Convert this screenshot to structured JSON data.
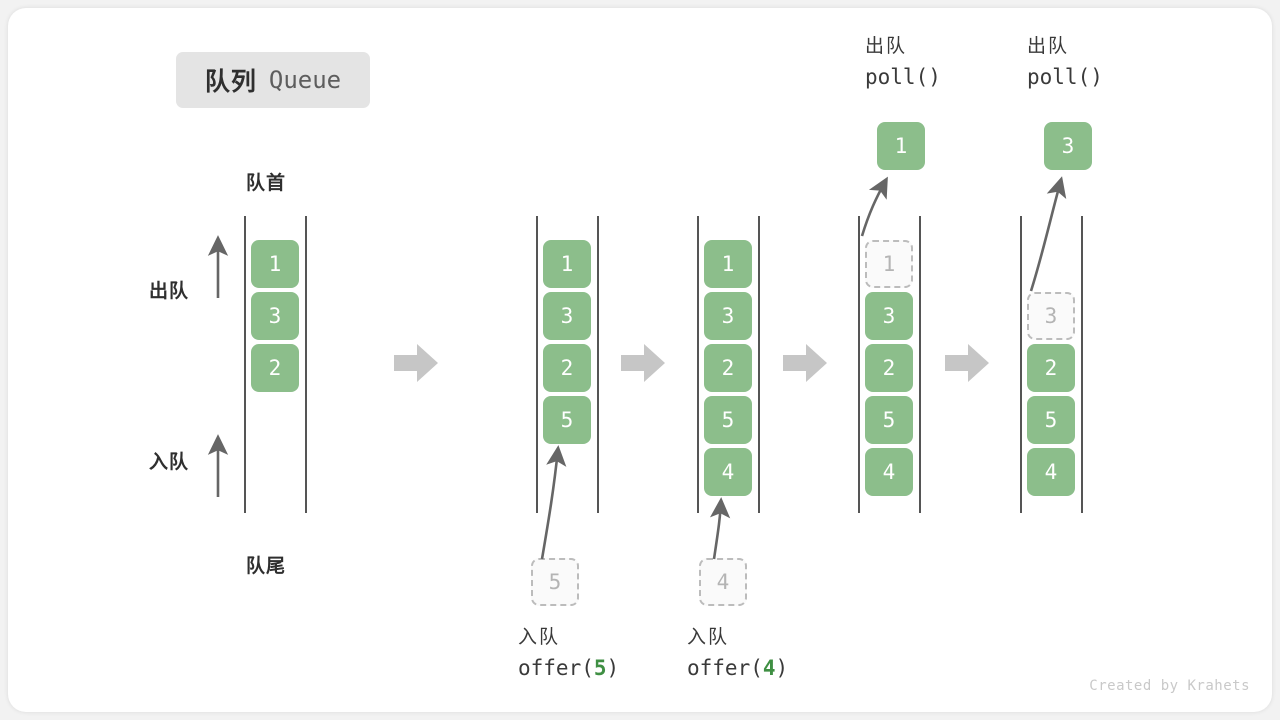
{
  "title": {
    "cn": "队列",
    "en": "Queue"
  },
  "axis_labels": {
    "head": "队首",
    "tail": "队尾",
    "dequeue": "出队",
    "enqueue": "入队"
  },
  "colors": {
    "cell_fill": "#8cbe8b",
    "cell_text": "#ffffff",
    "ghost_fill": "#fafafa",
    "ghost_border": "#bcbcbc",
    "ghost_text": "#b4b4b4",
    "rail": "#555555",
    "arrow": "#666666",
    "chevron": "#c6c6c6",
    "accent_number": "#3f8f43",
    "chip_bg": "#e4e4e4"
  },
  "columns": [
    {
      "id": "initial",
      "cells": [
        "1",
        "3",
        "2"
      ],
      "ghost_index": null,
      "ghost_value": null,
      "op_title": null,
      "op_call": null,
      "op_arg": null,
      "result_value": null
    },
    {
      "id": "after-offer-5",
      "cells": [
        "1",
        "3",
        "2",
        "5"
      ],
      "ghost_index": null,
      "ghost_value": "5",
      "op_title": "入队",
      "op_call_prefix": "offer(",
      "op_arg": "5",
      "op_call_suffix": ")",
      "result_value": null
    },
    {
      "id": "after-offer-4",
      "cells": [
        "1",
        "3",
        "2",
        "5",
        "4"
      ],
      "ghost_index": null,
      "ghost_value": "4",
      "op_title": "入队",
      "op_call_prefix": "offer(",
      "op_arg": "4",
      "op_call_suffix": ")",
      "result_value": null
    },
    {
      "id": "poll-1",
      "cells": [
        "3",
        "2",
        "5",
        "4"
      ],
      "ghost_index": 0,
      "ghost_value": "1",
      "op_title": "出队",
      "op_call_prefix": "poll(",
      "op_arg": "",
      "op_call_suffix": ")",
      "result_value": "1"
    },
    {
      "id": "poll-3",
      "cells": [
        "2",
        "5",
        "4"
      ],
      "ghost_index": 1,
      "ghost_value": "3",
      "op_title": "出队",
      "op_call_prefix": "poll(",
      "op_arg": "",
      "op_call_suffix": ")",
      "result_value": "3"
    }
  ],
  "credit": "Created by Krahets"
}
